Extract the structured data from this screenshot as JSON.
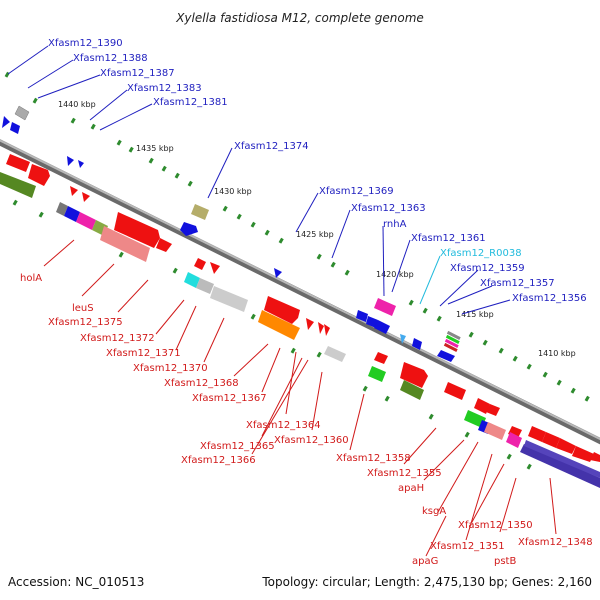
{
  "title": "Xylella fastidiosa M12, complete genome",
  "footer": {
    "accession": "Accession: NC_010513",
    "summary": "Topology: circular; Length: 2,475,130 bp; Genes: 2,160"
  },
  "kbp_ticks": [
    "1440 kbp",
    "1435 kbp",
    "1430 kbp",
    "1425 kbp",
    "1420 kbp",
    "1415 kbp",
    "1410 kbp"
  ],
  "top_labels": [
    "Xfasm12_1390",
    "Xfasm12_1388",
    "Xfasm12_1387",
    "Xfasm12_1383",
    "Xfasm12_1381",
    "Xfasm12_1374",
    "Xfasm12_1369",
    "Xfasm12_1363",
    "rnhA",
    "Xfasm12_1361",
    "Xfasm12_R0038",
    "Xfasm12_1359",
    "Xfasm12_1357",
    "Xfasm12_1356"
  ],
  "bottom_labels": [
    "holA",
    "leuS",
    "Xfasm12_1375",
    "Xfasm12_1372",
    "Xfasm12_1371",
    "Xfasm12_1370",
    "Xfasm12_1368",
    "Xfasm12_1367",
    "Xfasm12_1364",
    "Xfasm12_1360",
    "Xfasm12_1365",
    "Xfasm12_1366",
    "Xfasm12_1358",
    "Xfasm12_1355",
    "apaH",
    "ksgA",
    "Xfasm12_1350",
    "Xfasm12_1351",
    "apaG",
    "pstB",
    "Xfasm12_1348"
  ],
  "colors": {
    "backbone": "#777777",
    "top_label": "#1f1fbf",
    "rna_label": "#22bbdd",
    "bottom_label": "#d11a1a",
    "tick_dot": "#2e8b2e"
  }
}
